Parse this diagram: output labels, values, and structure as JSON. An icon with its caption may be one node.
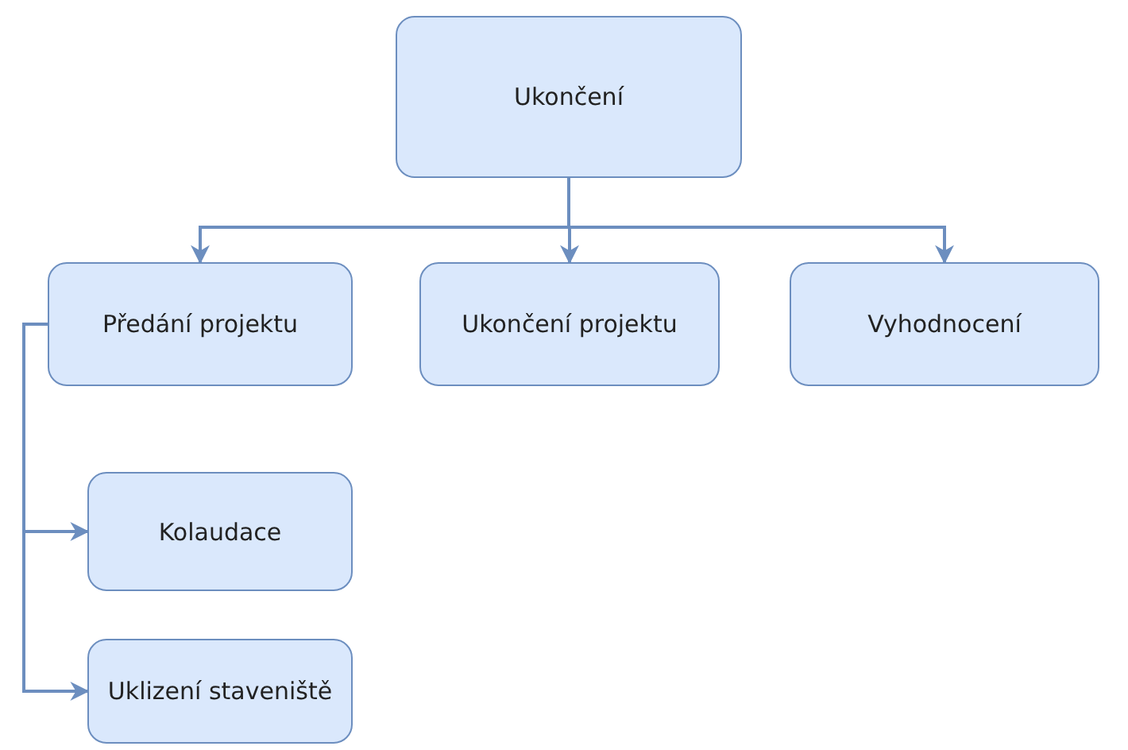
{
  "diagram": {
    "nodes": [
      {
        "text": [
          "Ukončení"
        ]
      },
      {
        "text": [
          "Předání projektu"
        ]
      },
      {
        "text": [
          "Ukončení projektu"
        ]
      },
      {
        "text": [
          "Vyhodnocení"
        ]
      },
      {
        "text": [
          "Kolaudace"
        ]
      },
      {
        "text": [
          "Uklizení staveniště"
        ]
      }
    ],
    "edges": [
      {
        "from": 0,
        "to": 1,
        "arrow": "to"
      },
      {
        "from": 0,
        "to": 2,
        "arrow": "to"
      },
      {
        "from": 0,
        "to": 3,
        "arrow": "to"
      },
      {
        "from": 1,
        "to": 4,
        "arrow": "to"
      },
      {
        "from": 1,
        "to": 5,
        "arrow": "to"
      }
    ]
  }
}
